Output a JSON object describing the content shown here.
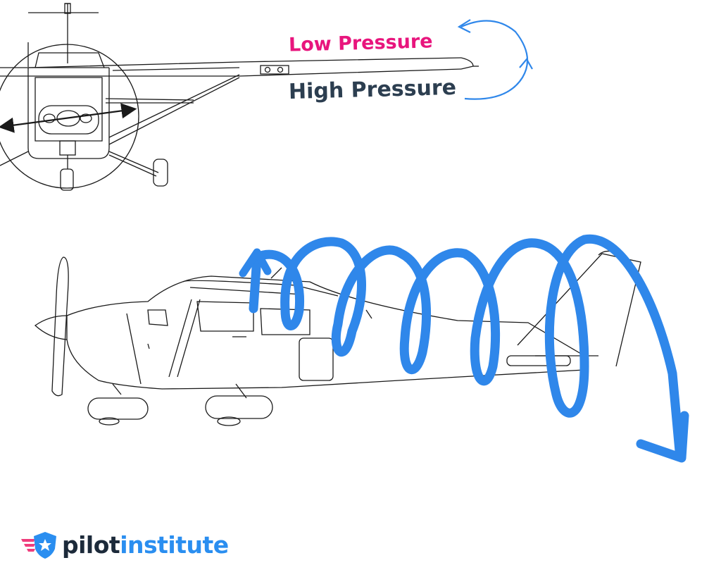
{
  "labels": {
    "low_pressure": "Low Pressure",
    "high_pressure": "High Pressure"
  },
  "logo": {
    "word_1": "pilot",
    "word_2": "institute",
    "icon": "winged-shield-star-icon"
  },
  "colors": {
    "low_pressure": "#e8157d",
    "high_pressure": "#2c3e50",
    "airflow_blue": "#2f87ea",
    "line_art": "#1a1a1a"
  },
  "icons": {
    "front_view": "aircraft-front-view-icon",
    "side_view": "aircraft-side-view-icon",
    "tip_vortex": "curved-arrow-icon",
    "wake_vortex": "spiral-arrow-icon"
  }
}
